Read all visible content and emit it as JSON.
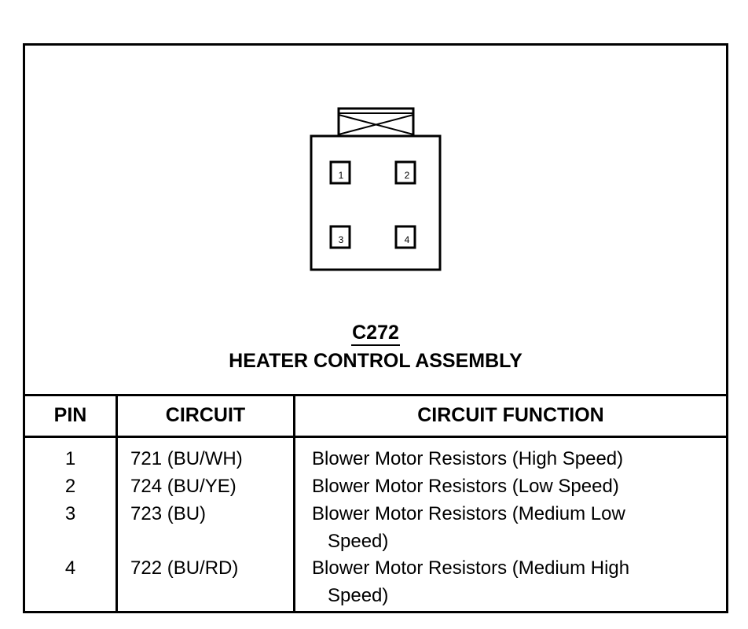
{
  "connector": {
    "id": "C272",
    "name": "HEATER CONTROL ASSEMBLY",
    "pins": [
      {
        "number": "1"
      },
      {
        "number": "2"
      },
      {
        "number": "3"
      },
      {
        "number": "4"
      }
    ]
  },
  "table": {
    "headers": {
      "pin": "PIN",
      "circuit": "CIRCUIT",
      "function": "CIRCUIT FUNCTION"
    },
    "rows": [
      {
        "pin": "1",
        "circuit": "721 (BU/WH)",
        "function_line1": "Blower Motor Resistors (High Speed)",
        "function_line2": ""
      },
      {
        "pin": "2",
        "circuit": "724 (BU/YE)",
        "function_line1": "Blower Motor Resistors (Low Speed)",
        "function_line2": ""
      },
      {
        "pin": "3",
        "circuit": "723 (BU)",
        "function_line1": "Blower Motor Resistors (Medium Low",
        "function_line2": "Speed)"
      },
      {
        "pin": "4",
        "circuit": "722 (BU/RD)",
        "function_line1": "Blower Motor Resistors (Medium High",
        "function_line2": "Speed)"
      }
    ]
  }
}
